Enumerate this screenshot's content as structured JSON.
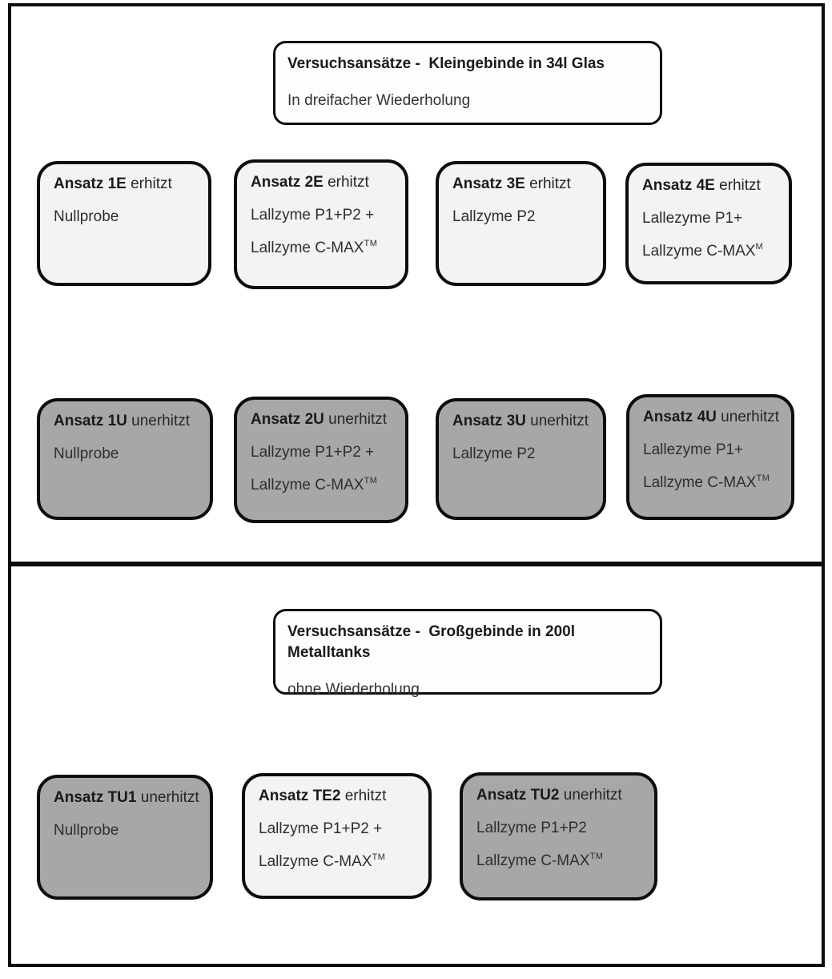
{
  "colors": {
    "box_light": "#f3f3f4",
    "box_gray": "#a7a7a7",
    "box_border": "#0d0d0d",
    "panel_border": "#0d0d0d",
    "text": "#262626"
  },
  "sections": [
    {
      "id": "kleingebinde",
      "header": {
        "title": "Versuchsansätze -  Kleingebinde in 34l Glas",
        "subtitle": "In dreifacher Wiederholung"
      },
      "boxes": [
        {
          "id": "1E",
          "variant": "light",
          "title_bold": "Ansatz 1E",
          "title_rest": " erhitzt",
          "lines": [
            {
              "text": "Nullprobe"
            }
          ]
        },
        {
          "id": "2E",
          "variant": "light",
          "title_bold": "Ansatz 2E",
          "title_rest": " erhitzt",
          "lines": [
            {
              "text": "Lallzyme P1+P2 +"
            },
            {
              "text": "Lallzyme C-MAX",
              "sup": "TM"
            }
          ]
        },
        {
          "id": "3E",
          "variant": "light",
          "title_bold": "Ansatz 3E",
          "title_rest": " erhitzt",
          "lines": [
            {
              "text": "Lallzyme P2"
            }
          ]
        },
        {
          "id": "4E",
          "variant": "light",
          "title_bold": "Ansatz 4E",
          "title_rest": " erhitzt",
          "lines": [
            {
              "text": "Lallezyme P1+"
            },
            {
              "text": "Lallzyme C-MAX",
              "sup": "M"
            }
          ]
        },
        {
          "id": "1U",
          "variant": "gray",
          "title_bold": "Ansatz 1U",
          "title_rest": " unerhitzt",
          "lines": [
            {
              "text": "Nullprobe"
            }
          ]
        },
        {
          "id": "2U",
          "variant": "gray",
          "title_bold": "Ansatz 2U",
          "title_rest": " unerhitzt",
          "lines": [
            {
              "text": "Lallzyme P1+P2 +"
            },
            {
              "text": "Lallzyme C-MAX",
              "sup": "TM"
            }
          ]
        },
        {
          "id": "3U",
          "variant": "gray",
          "title_bold": "Ansatz 3U",
          "title_rest": " unerhitzt",
          "lines": [
            {
              "text": "Lallzyme P2"
            }
          ]
        },
        {
          "id": "4U",
          "variant": "gray",
          "title_bold": "Ansatz 4U",
          "title_rest": " unerhitzt",
          "lines": [
            {
              "text": "Lallezyme P1+"
            },
            {
              "text": "Lallzyme C-MAX",
              "sup": "TM"
            }
          ]
        }
      ]
    },
    {
      "id": "grossgebinde",
      "header": {
        "title": "Versuchsansätze -  Großgebinde in 200l Metalltanks",
        "subtitle": "ohne Wiederholung"
      },
      "boxes": [
        {
          "id": "TU1",
          "variant": "gray",
          "title_bold": "Ansatz TU1",
          "title_rest": " unerhitzt",
          "lines": [
            {
              "text": "Nullprobe"
            }
          ]
        },
        {
          "id": "TE2",
          "variant": "light",
          "title_bold": "Ansatz TE2",
          "title_rest": " erhitzt",
          "lines": [
            {
              "text": "Lallzyme P1+P2 +"
            },
            {
              "text": "Lallzyme C-MAX",
              "sup": "TM"
            }
          ]
        },
        {
          "id": "TU2",
          "variant": "gray",
          "title_bold": "Ansatz TU2",
          "title_rest": " unerhitzt",
          "lines": [
            {
              "text": "Lallzyme P1+P2"
            },
            {
              "text": "Lallzyme C-MAX",
              "sup": "TM"
            }
          ]
        }
      ]
    }
  ]
}
